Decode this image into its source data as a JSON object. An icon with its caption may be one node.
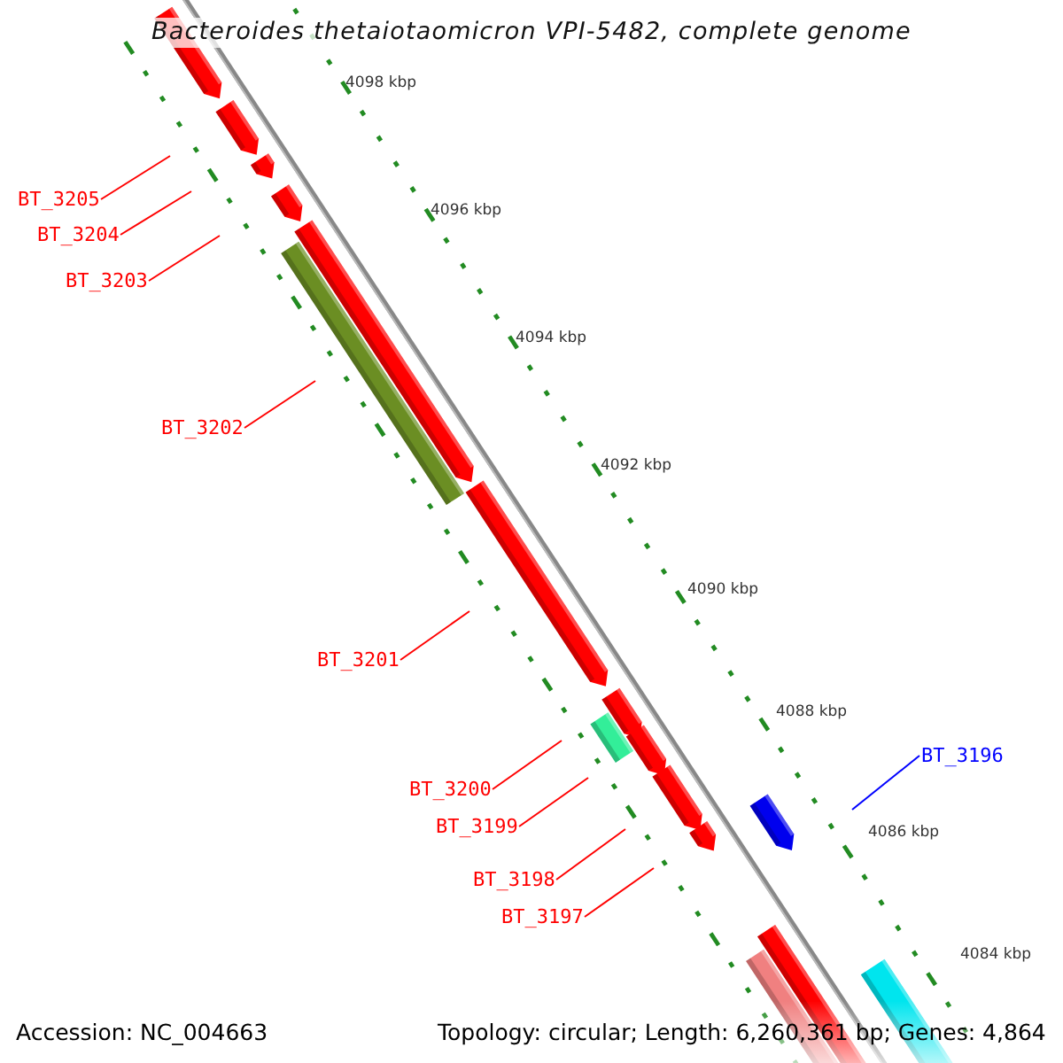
{
  "diagram": {
    "title": "Bacteroides thetaiotaomicron VPI-5482, complete genome",
    "nodes": [
      {
        "text": [
          "BT_3205"
        ]
      },
      {
        "text": [
          "BT_3204"
        ]
      },
      {
        "text": [
          "BT_3203"
        ]
      },
      {
        "text": [
          "BT_3202"
        ]
      },
      {
        "text": [
          "BT_3201"
        ]
      },
      {
        "text": [
          "BT_3200"
        ]
      },
      {
        "text": [
          "BT_3199"
        ]
      },
      {
        "text": [
          "BT_3198"
        ]
      },
      {
        "text": [
          "BT_3197"
        ]
      },
      {
        "text": [
          "BT_3196"
        ]
      }
    ],
    "edges": [
      {
        "from": 0,
        "to": null,
        "arrow": "none"
      },
      {
        "from": 1,
        "to": null,
        "arrow": "none"
      },
      {
        "from": 2,
        "to": null,
        "arrow": "none"
      },
      {
        "from": 3,
        "to": null,
        "arrow": "none"
      },
      {
        "from": 4,
        "to": null,
        "arrow": "none"
      },
      {
        "from": 5,
        "to": null,
        "arrow": "none"
      },
      {
        "from": 6,
        "to": null,
        "arrow": "none"
      },
      {
        "from": 7,
        "to": null,
        "arrow": "none"
      },
      {
        "from": 8,
        "to": null,
        "arrow": "none"
      },
      {
        "from": 9,
        "to": null,
        "arrow": "none",
        "color": "#0000ff"
      }
    ],
    "labels": [
      "4098 kbp",
      "4096 kbp",
      "4094 kbp",
      "4092 kbp",
      "4090 kbp",
      "4088 kbp",
      "4086 kbp",
      "4084 kbp",
      "Accession: NC_004663",
      "Topology: circular; Length: 6,260,361 bp; Genes: 4,864"
    ]
  }
}
